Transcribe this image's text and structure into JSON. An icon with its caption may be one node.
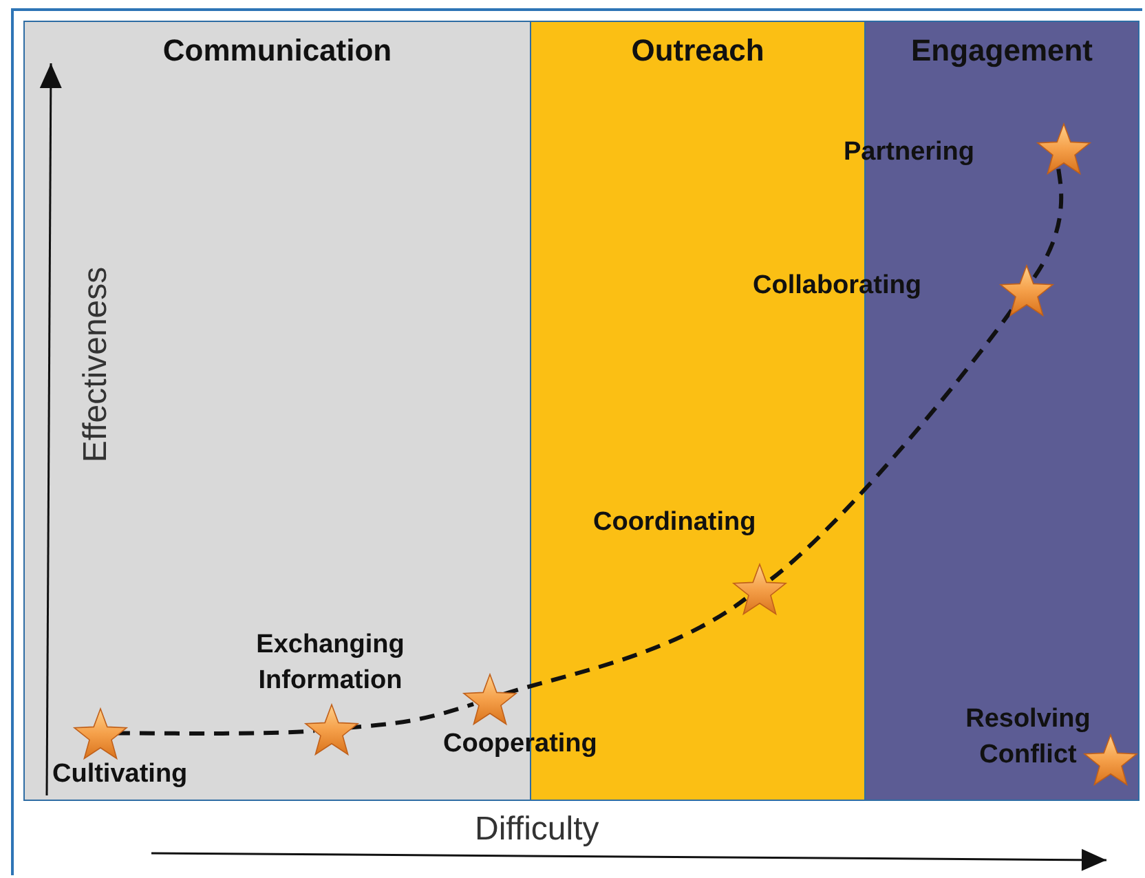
{
  "diagram": {
    "nodes": [
      {
        "text": [
          "Communication"
        ]
      },
      {
        "text": [
          "Outreach"
        ]
      },
      {
        "text": [
          "Engagement"
        ]
      },
      {
        "text": [],
        "shape": "star",
        "in": 0,
        "beside": [
          "Cultivating"
        ]
      },
      {
        "text": [],
        "shape": "star",
        "in": 0,
        "beside": [
          "Exchanging Information"
        ]
      },
      {
        "text": [],
        "shape": "star",
        "in": 0,
        "beside": [
          "Cooperating"
        ]
      },
      {
        "text": [],
        "shape": "star",
        "in": 1,
        "beside": [
          "Coordinating"
        ]
      },
      {
        "text": [],
        "shape": "star",
        "in": 2,
        "beside": [
          "Collaborating"
        ]
      },
      {
        "text": [],
        "shape": "star",
        "in": 2,
        "beside": [
          "Partnering"
        ]
      },
      {
        "text": [],
        "shape": "star",
        "in": 2,
        "beside": [
          "Resolving Conflict"
        ]
      }
    ],
    "edges": [
      {
        "from": 3,
        "to": 4,
        "arrow": "none",
        "style": "dashed"
      },
      {
        "from": 4,
        "to": 5,
        "arrow": "none",
        "style": "dashed"
      },
      {
        "from": 5,
        "to": 6,
        "arrow": "none",
        "style": "dashed"
      },
      {
        "from": 6,
        "to": 7,
        "arrow": "none",
        "style": "dashed"
      },
      {
        "from": 7,
        "to": 8,
        "arrow": "none",
        "style": "dashed"
      }
    ],
    "labels": [
      "Effectiveness",
      "Difficulty"
    ]
  }
}
